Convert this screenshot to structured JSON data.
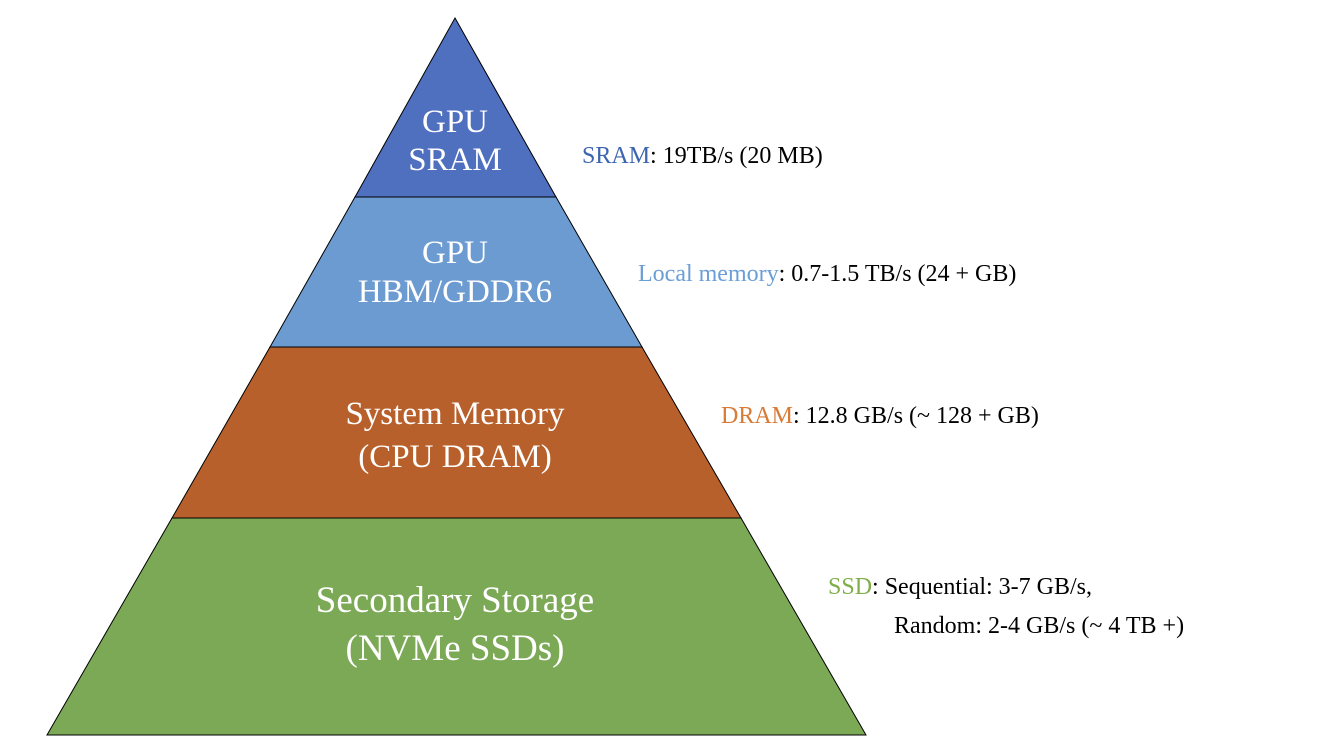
{
  "colors": {
    "sram": "#4f6fbf",
    "hbm": "#6b9bd1",
    "dram": "#b8602b",
    "ssd": "#7ca955",
    "outline": "#000000"
  },
  "tiers": [
    {
      "id": "sram",
      "line1": "GPU",
      "line2": "SRAM",
      "tag": "SRAM",
      "tag_color": "#3c64b0",
      "detail": ": 19TB/s (20 MB)"
    },
    {
      "id": "hbm",
      "line1": "GPU",
      "line2": "HBM/GDDR6",
      "tag": "Local memory",
      "tag_color": "#6a9ed6",
      "detail": ": 0.7-1.5 TB/s (24 + GB)"
    },
    {
      "id": "dram",
      "line1": "System Memory",
      "line2": "(CPU DRAM)",
      "tag": "DRAM",
      "tag_color": "#d97a35",
      "detail": ": 12.8 GB/s (~ 128 + GB)"
    },
    {
      "id": "ssd",
      "line1": "Secondary Storage",
      "line2": "(NVMe SSDs)",
      "tag": "SSD",
      "tag_color": "#7fae4a",
      "detail": ": Sequential: 3-7 GB/s,",
      "detail2": "Random: 2-4 GB/s (~ 4 TB +)"
    }
  ]
}
